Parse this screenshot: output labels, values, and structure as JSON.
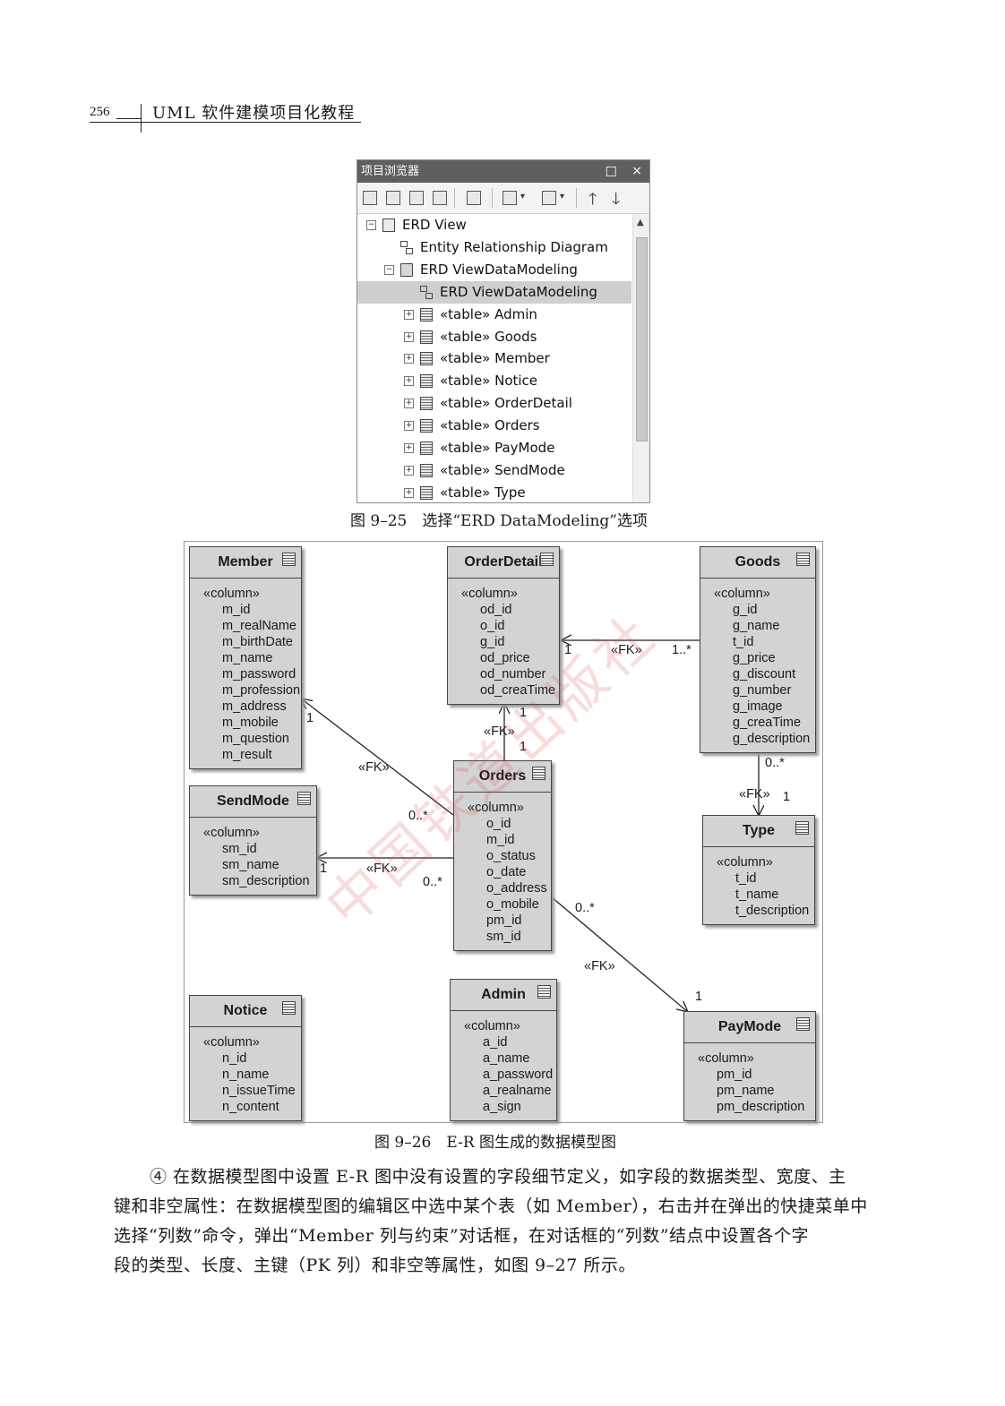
{
  "header": {
    "page_number": "256",
    "book_title": "UML 软件建模项目化教程"
  },
  "browser": {
    "title": "项目浏览器",
    "window_buttons": "□ ×",
    "tree": [
      {
        "label": "ERD View",
        "expander": "−",
        "icon": "package-icon"
      },
      {
        "label": "Entity Relationship Diagram",
        "expander": "",
        "icon": "diagram-icon"
      },
      {
        "label": "ERD ViewDataModeling",
        "expander": "−",
        "icon": "folder-icon"
      },
      {
        "label": "ERD ViewDataModeling",
        "expander": "",
        "icon": "diagram-icon",
        "selected": true
      },
      {
        "label": "«table» Admin",
        "expander": "+",
        "icon": "table-icon"
      },
      {
        "label": "«table» Goods",
        "expander": "+",
        "icon": "table-icon"
      },
      {
        "label": "«table» Member",
        "expander": "+",
        "icon": "table-icon"
      },
      {
        "label": "«table» Notice",
        "expander": "+",
        "icon": "table-icon"
      },
      {
        "label": "«table» OrderDetail",
        "expander": "+",
        "icon": "table-icon"
      },
      {
        "label": "«table» Orders",
        "expander": "+",
        "icon": "table-icon"
      },
      {
        "label": "«table» PayMode",
        "expander": "+",
        "icon": "table-icon"
      },
      {
        "label": "«table» SendMode",
        "expander": "+",
        "icon": "table-icon"
      },
      {
        "label": "«table» Type",
        "expander": "+",
        "icon": "table-icon"
      }
    ]
  },
  "figure_25_caption": "图 9–25　选择“ERD DataModeling”选项",
  "diagram": {
    "stereotype": "«column»",
    "fk_label": "«FK»",
    "entities": {
      "member": {
        "name": "Member",
        "columns": [
          "m_id",
          "m_realName",
          "m_birthDate",
          "m_name",
          "m_password",
          "m_profession",
          "m_address",
          "m_mobile",
          "m_question",
          "m_result"
        ]
      },
      "orderdetail": {
        "name": "OrderDetail",
        "columns": [
          "od_id",
          "o_id",
          "g_id",
          "od_price",
          "od_number",
          "od_creaTime"
        ]
      },
      "goods": {
        "name": "Goods",
        "columns": [
          "g_id",
          "g_name",
          "t_id",
          "g_price",
          "g_discount",
          "g_number",
          "g_image",
          "g_creaTime",
          "g_description"
        ]
      },
      "sendmode": {
        "name": "SendMode",
        "columns": [
          "sm_id",
          "sm_name",
          "sm_description"
        ]
      },
      "orders": {
        "name": "Orders",
        "columns": [
          "o_id",
          "m_id",
          "o_status",
          "o_date",
          "o_address",
          "o_mobile",
          "pm_id",
          "sm_id"
        ]
      },
      "type": {
        "name": "Type",
        "columns": [
          "t_id",
          "t_name",
          "t_description"
        ]
      },
      "notice": {
        "name": "Notice",
        "columns": [
          "n_id",
          "n_name",
          "n_issueTime",
          "n_content"
        ]
      },
      "admin": {
        "name": "Admin",
        "columns": [
          "a_id",
          "a_name",
          "a_password",
          "a_realname",
          "a_sign"
        ]
      },
      "paymode": {
        "name": "PayMode",
        "columns": [
          "pm_id",
          "pm_name",
          "pm_description"
        ]
      }
    },
    "multiplicities": {
      "od_goods_one": "1",
      "od_goods_many": "1..*",
      "od_orders_top": "1",
      "od_orders_bottom": "1",
      "member_one": "1",
      "member_many": "0..*",
      "sendmode_one": "1",
      "sendmode_many": "0..*",
      "goods_many": "0..*",
      "type_one": "1",
      "paymode_many": "0..*",
      "paymode_one": "1"
    },
    "watermark": "中国铁道出版社"
  },
  "figure_26_caption": "图 9–26　E-R 图生成的数据模型图",
  "paragraph": [
    "④ 在数据模型图中设置 E-R 图中没有设置的字段细节定义，如字段的数据类型、宽度、主",
    "键和非空属性：在数据模型图的编辑区中选中某个表（如 Member），右击并在弹出的快捷菜单中",
    "选择“列数”命令，弹出“Member 列与约束”对话框，在对话框的“列数”结点中设置各个字",
    "段的类型、长度、主键（PK 列）和非空等属性，如图 9–27 所示。"
  ]
}
